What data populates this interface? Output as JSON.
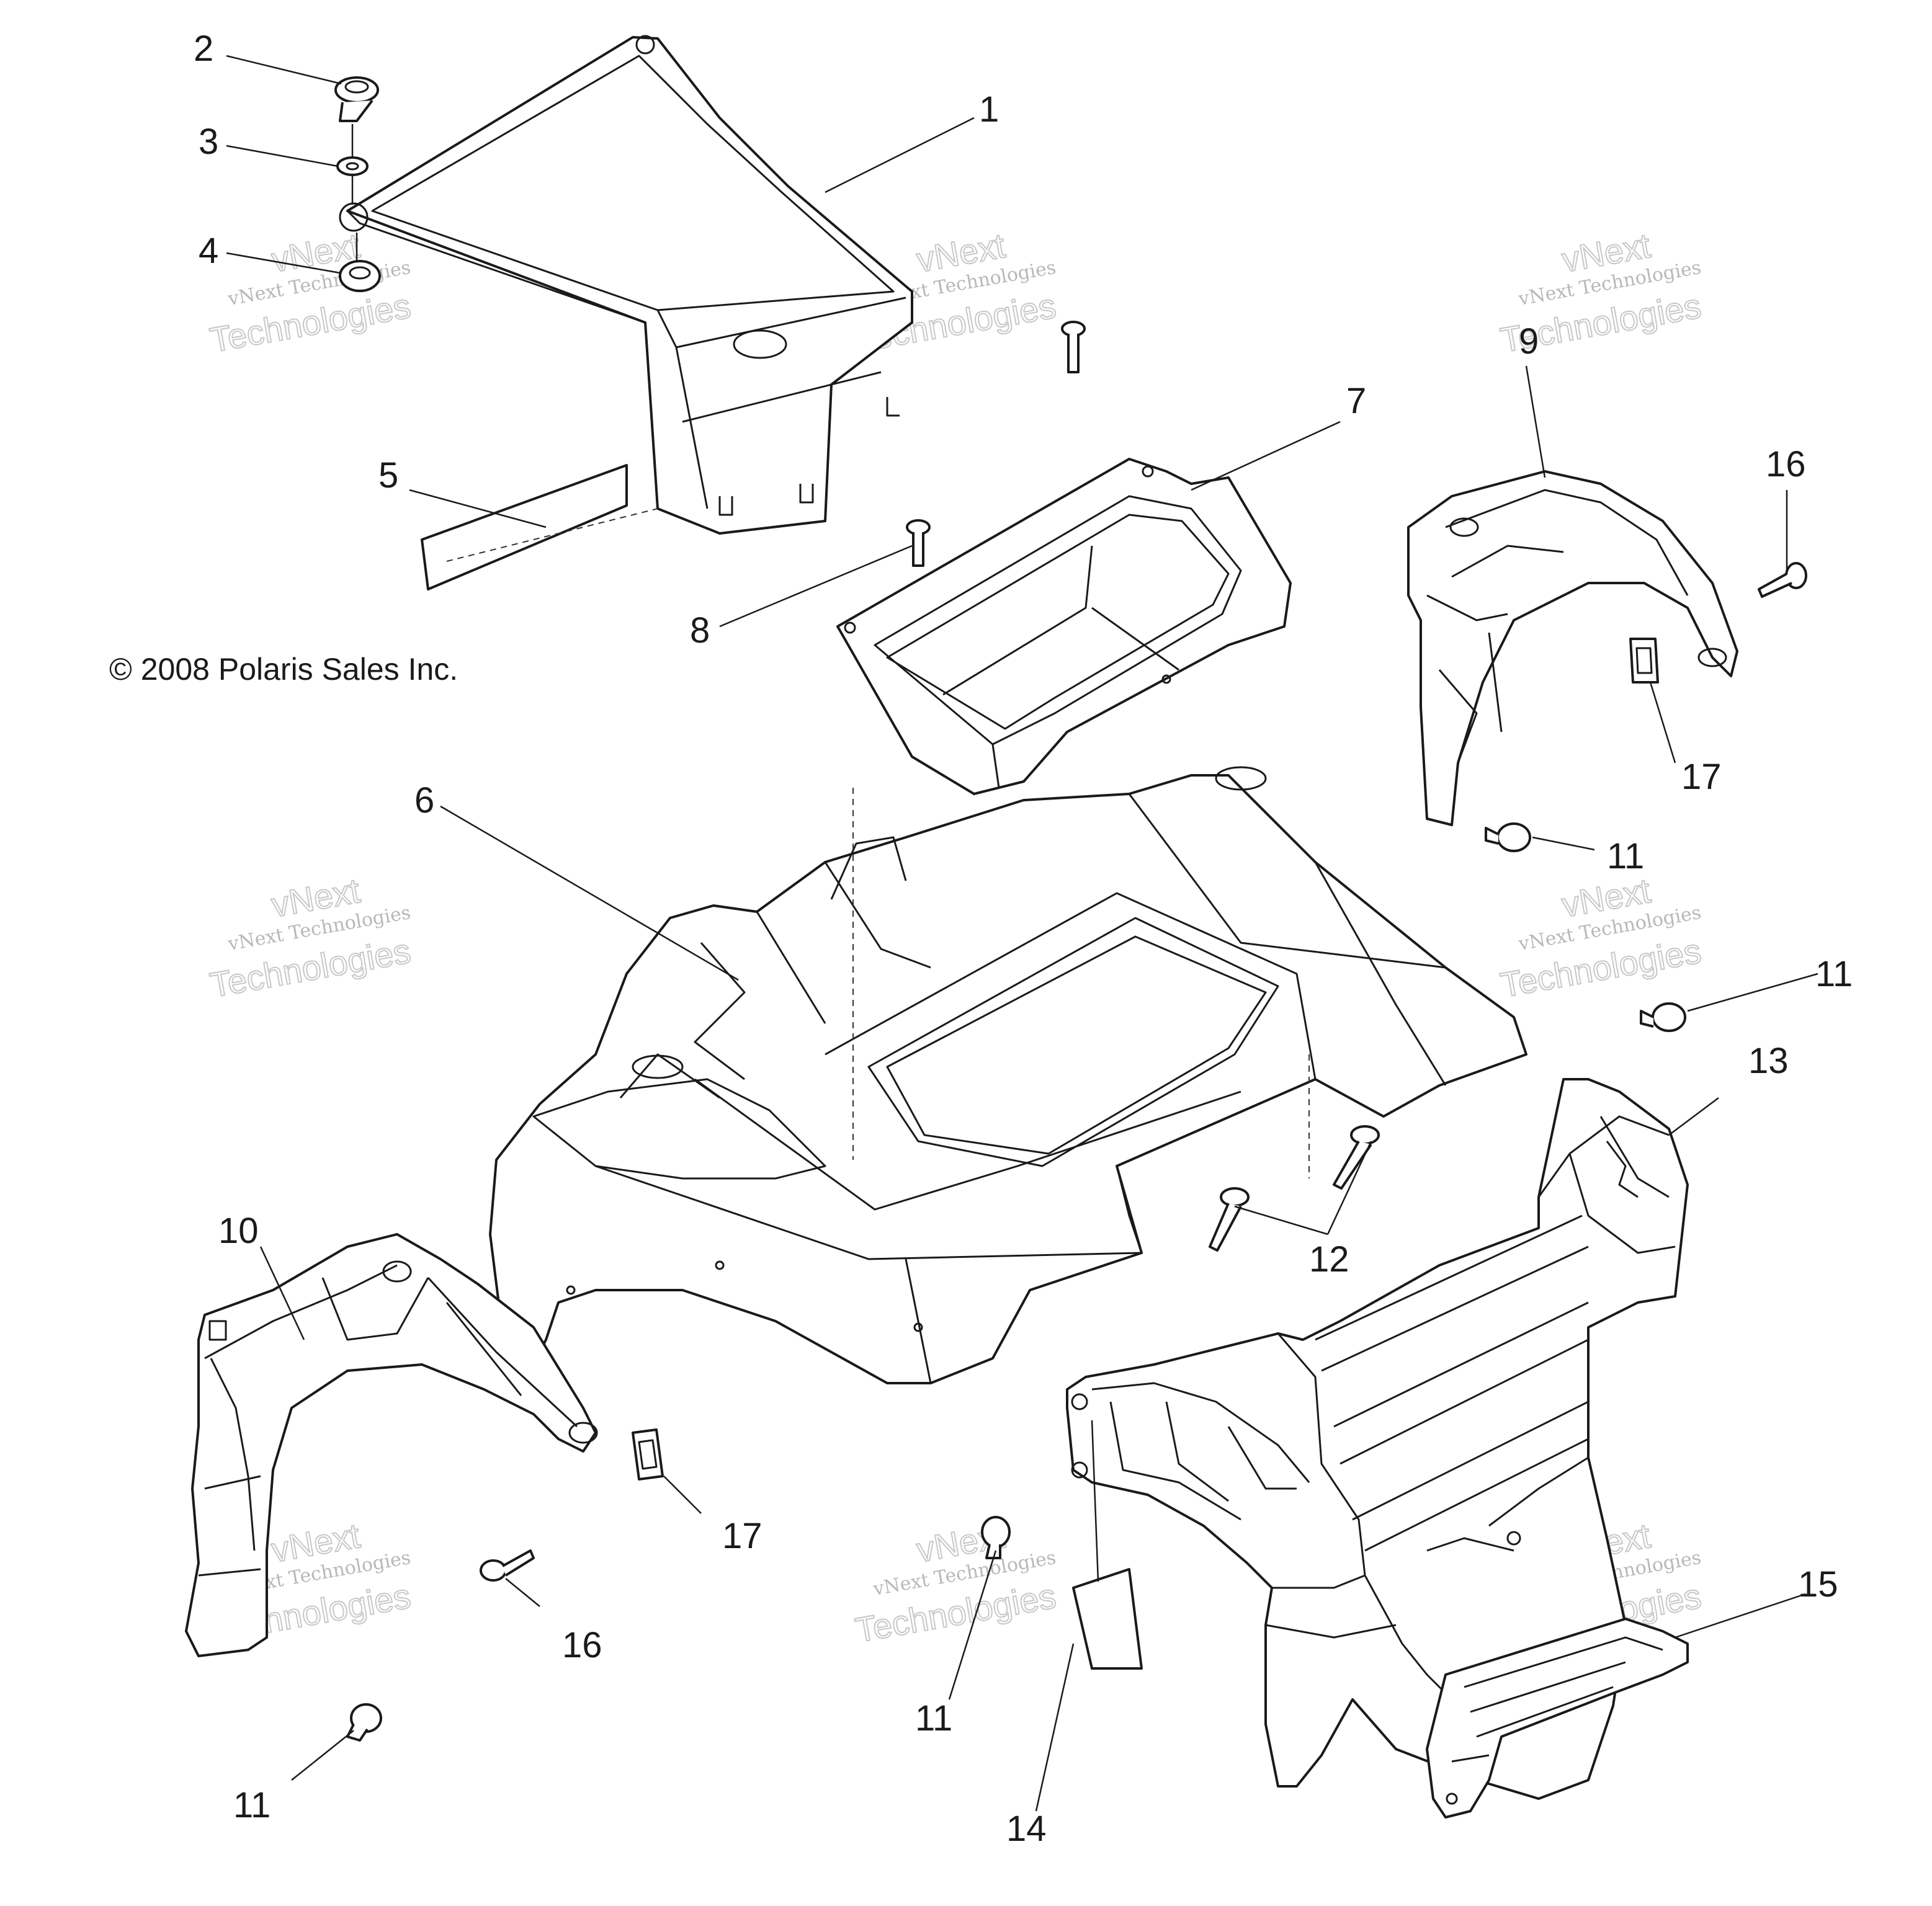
{
  "copyright": "© 2008 Polaris Sales Inc.",
  "watermark": {
    "line1": "vNext Technologies",
    "line2": "vNext",
    "line3": "Technologies"
  },
  "callouts": {
    "c1": "1",
    "c2": "2",
    "c3": "3",
    "c4": "4",
    "c5": "5",
    "c6": "6",
    "c7": "7",
    "c8": "8",
    "c9": "9",
    "c10": "10",
    "c11a": "11",
    "c11b": "11",
    "c11c": "11",
    "c11d": "11",
    "c12": "12",
    "c13": "13",
    "c14": "14",
    "c15": "15",
    "c16a": "16",
    "c16b": "16",
    "c17a": "17",
    "c17b": "17"
  }
}
